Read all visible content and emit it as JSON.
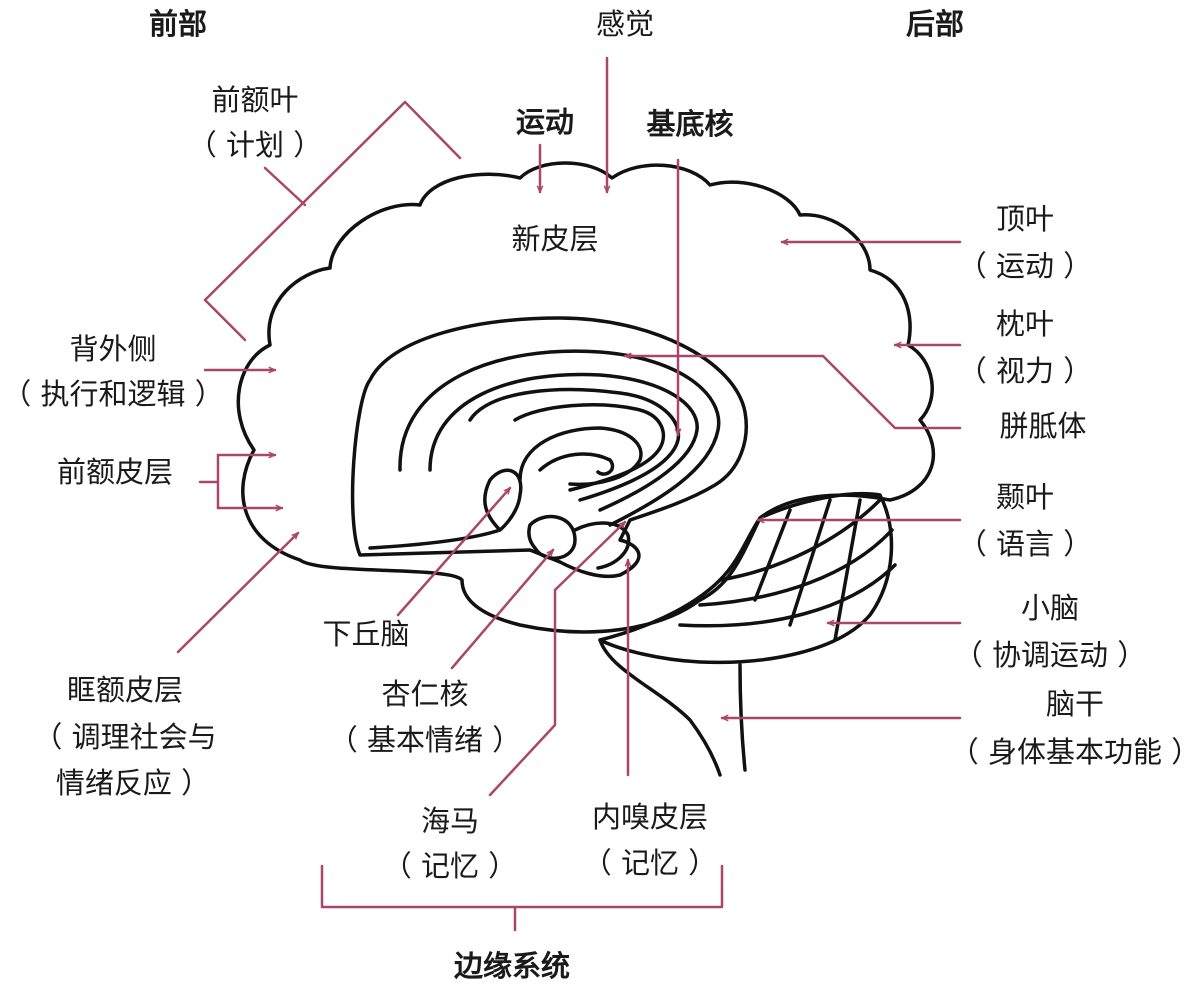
{
  "colors": {
    "pointer": "#a8476a",
    "outline": "#111111",
    "text": "#1a1a1a"
  },
  "header": {
    "front": "前部",
    "back": "后部",
    "sense": "感觉"
  },
  "labels": {
    "motor": "运动",
    "basal_ganglia": "基底核",
    "neocortex": "新皮层",
    "prefrontal_lobe": {
      "name": "前额叶",
      "role": "（ 计划 ）"
    },
    "dorsolateral": {
      "name": "背外侧",
      "role": "（ 执行和逻辑 ）"
    },
    "prefrontal_cortex": "前额皮层",
    "orbitofrontal": {
      "name": "眶额皮层",
      "role1": "（ 调理社会与",
      "role2": "情绪反应 ）"
    },
    "parietal": {
      "name": "顶叶",
      "role": "（ 运动 ）"
    },
    "occipital": {
      "name": "枕叶",
      "role": "（ 视力 ）"
    },
    "corpus_callosum": "胼胝体",
    "temporal": {
      "name": "颞叶",
      "role": "（ 语言 ）"
    },
    "cerebellum": {
      "name": "小脑",
      "role": "（ 协调运动 ）"
    },
    "brainstem": {
      "name": "脑干",
      "role": "（ 身体基本功能 ）"
    },
    "hypothalamus": "下丘脑",
    "amygdala": {
      "name": "杏仁核",
      "role": "（ 基本情绪 ）"
    },
    "hippocampus": {
      "name": "海马",
      "role": "（ 记忆 ）"
    },
    "entorhinal": {
      "name": "内嗅皮层",
      "role": "（ 记忆 ）"
    },
    "limbic": "边缘系统"
  }
}
